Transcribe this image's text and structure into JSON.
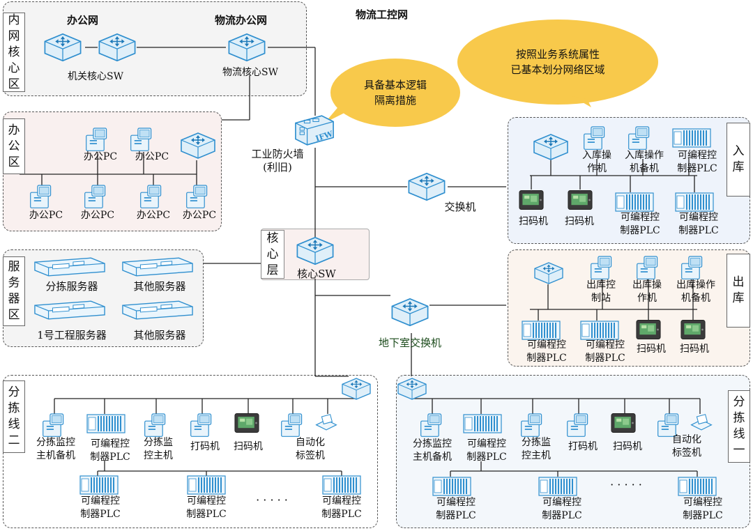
{
  "top_title": "物流工控网",
  "bubbles": {
    "logic": "具备基本逻辑\n隔离措施",
    "divided": "按照业务系统属性\n已基本划分网络区域"
  },
  "core_zone": {
    "side_label": "内网核心区",
    "office_net": "办公网",
    "logistics_office_net": "物流办公网",
    "org_core_sw": "机关核心SW",
    "logistics_core_sw": "物流核心SW"
  },
  "office_zone": {
    "side_label": "办公区",
    "pcs": [
      "办公PC",
      "办公PC",
      "办公PC",
      "办公PC",
      "办公PC",
      "办公PC"
    ]
  },
  "firewall": {
    "icon_text": "IFW",
    "label": "工业防火墙\n(利旧)"
  },
  "switch_main": "交换机",
  "core_layer": {
    "side_label": "核心层",
    "sw": "核心SW"
  },
  "server_zone": {
    "side_label": "服务器区",
    "servers": [
      "分拣服务器",
      "其他服务器",
      "1号工程服务器",
      "其他服务器"
    ]
  },
  "basement_switch": "地下室交换机",
  "inbound": {
    "side_label": "入库",
    "items": [
      "入库操\n作机",
      "入库操作\n机备机",
      "可编程控\n制器PLC",
      "扫码机",
      "扫码机",
      "可编程控\n制器PLC",
      "可编程控\n制器PLC"
    ]
  },
  "outbound": {
    "side_label": "出库",
    "items": [
      "出库控\n制站",
      "出库操\n作机",
      "出库操作\n机备机",
      "可编程控\n制器PLC",
      "可编程控\n制器PLC",
      "扫码机",
      "扫码机"
    ]
  },
  "line2": {
    "side_label": "分拣线二",
    "items": [
      "分拣监控\n主机备机",
      "可编程控\n制器PLC",
      "分拣监\n控主机",
      "打码机",
      "扫码机",
      "自动化\n标签机"
    ],
    "plcs": [
      "可编程控\n制器PLC",
      "可编程控\n制器PLC",
      "可编程控\n制器PLC"
    ],
    "dots": "· · · · ·"
  },
  "line1": {
    "side_label": "分拣线一",
    "items": [
      "分拣监控\n主机备机",
      "可编程控\n制器PLC",
      "分拣监\n控主机",
      "打码机",
      "扫码机",
      "自动化\n标签机"
    ],
    "plcs": [
      "可编程控\n制器PLC",
      "可编程控\n制器PLC",
      "可编程控\n制器PLC"
    ],
    "dots": "· · · · ·"
  },
  "colors": {
    "bubble": "#f8c94b",
    "zone_gray": "#f4f4f4",
    "zone_pink": "#f9f0ef",
    "zone_blue": "#eef3fb",
    "zone_peach": "#fbf4ee",
    "zone_lightblue": "#f3f7fb",
    "device_blue": "#2f8fcf"
  }
}
